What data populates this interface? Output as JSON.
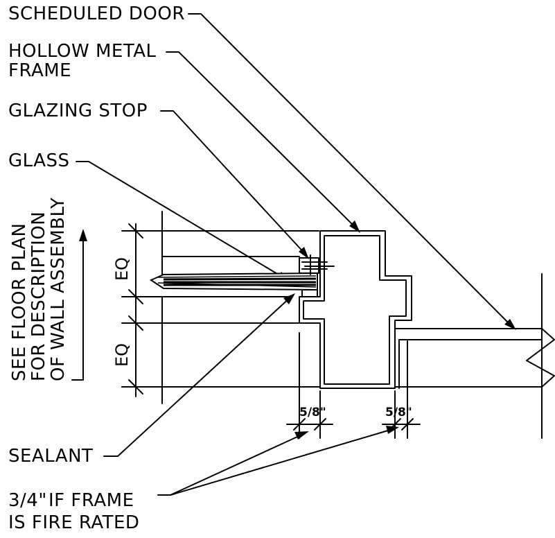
{
  "labels": {
    "scheduled_door": "SCHEDULED DOOR",
    "hollow_metal_frame_1": "HOLLOW METAL",
    "hollow_metal_frame_2": "FRAME",
    "glazing_stop": "GLAZING STOP",
    "glass": "GLASS",
    "sealant": "SEALANT",
    "fire_rated_frac": "3/4\"",
    "fire_rated_1": "IF FRAME",
    "fire_rated_2": "IS FIRE RATED",
    "wall_note_1": "SEE FLOOR PLAN",
    "wall_note_2": "FOR DESCRIPTION",
    "wall_note_3": "OF WALL ASSEMBLY"
  },
  "dimensions": {
    "eq_top": "EQ",
    "eq_bottom": "EQ",
    "gap_left": "5/8\"",
    "gap_right": "5/8\""
  }
}
